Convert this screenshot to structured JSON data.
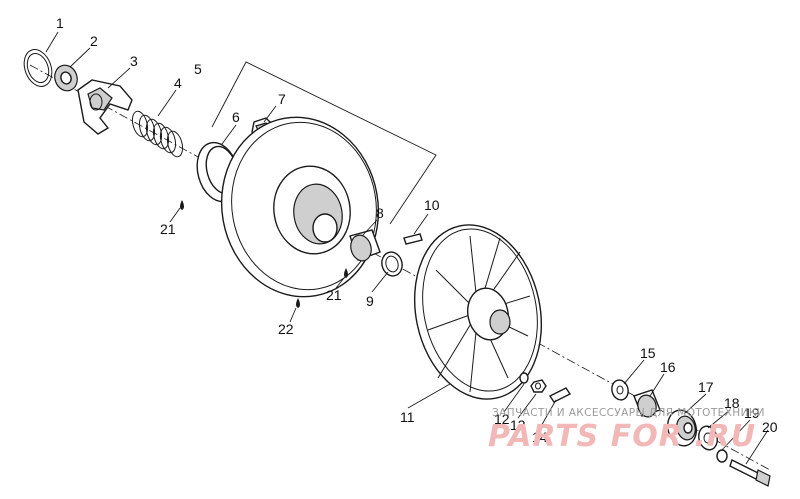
{
  "diagram": {
    "callouts": [
      "1",
      "2",
      "3",
      "4",
      "5",
      "6",
      "7",
      "8",
      "9",
      "10",
      "11",
      "12",
      "13",
      "14",
      "15",
      "16",
      "17",
      "18",
      "19",
      "20",
      "21",
      "21",
      "22"
    ]
  },
  "watermark": {
    "tagline": "ЗАПЧАСТИ И АКСЕССУАРЫ ДЛЯ МОТОТЕХНИКИ",
    "brand": "PARTS FOR .RU"
  }
}
